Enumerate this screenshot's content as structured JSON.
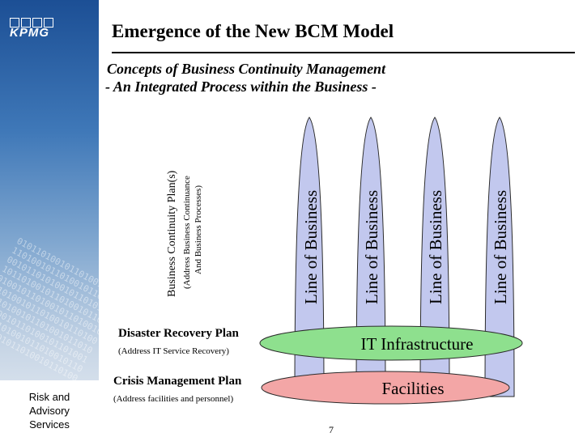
{
  "brand": {
    "logo_text": "KPMG",
    "division_lines": [
      "Risk and",
      "Advisory",
      "Services"
    ]
  },
  "header": {
    "title": "Emergence of the New BCM Model",
    "subtitle_line1": "Concepts of Business Continuity Management",
    "subtitle_line2": "- An Integrated Process within the Business -"
  },
  "bcp": {
    "main": "Business Continuity Plan(s)",
    "sub1": "(Address Business Continuance",
    "sub2": "And Business Processes)"
  },
  "lines_of_business": [
    {
      "label": "Line of Business"
    },
    {
      "label": "Line of Business"
    },
    {
      "label": "Line of Business"
    },
    {
      "label": "Line of Business"
    }
  ],
  "bands": {
    "it": {
      "label": "IT Infrastructure",
      "color": "#8ee08e"
    },
    "facilities": {
      "label": "Facilities",
      "color": "#f3a6a6"
    }
  },
  "lob_color": "#c2c8ee",
  "plans": {
    "drp_title": "Disaster Recovery Plan",
    "drp_sub": "(Address IT Service Recovery)",
    "cmp_title": "Crisis Management Plan",
    "cmp_sub": "(Address facilities and personnel)"
  },
  "page_number": "7"
}
